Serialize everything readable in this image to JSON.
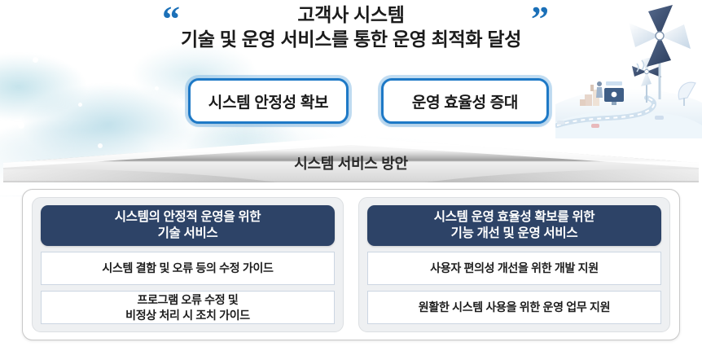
{
  "slide": {
    "quote_open": "“",
    "quote_close": "”",
    "headline_line1": "고객사 시스템",
    "headline_line2": "기술 및 운영 서비스를 통한 운영 최적화 달성"
  },
  "goals": [
    {
      "label": "시스템 안정성 확보"
    },
    {
      "label": "운영 효율성 증대"
    }
  ],
  "banner": {
    "label": "시스템 서비스 방안"
  },
  "panels": [
    {
      "header_line1": "시스템의 안정적 운영을 위한",
      "header_line2": "기술 서비스",
      "items": [
        {
          "line1": "시스템 결함 및 오류 등의 수정 가이드",
          "line2": ""
        },
        {
          "line1": "프로그램 오류 수정 및",
          "line2": "비정상 처리 시 조치 가이드"
        }
      ]
    },
    {
      "header_line1": "시스템 운영 효율성 확보를 위한",
      "header_line2": "기능 개선 및 운영 서비스",
      "items": [
        {
          "line1": "사용자 편의성 개선을 위한 개발 지원",
          "line2": ""
        },
        {
          "line1": "원활한 시스템 사용을 위한 운영 업무 지원",
          "line2": ""
        }
      ]
    }
  ],
  "colors": {
    "accent_blue": "#1E79C6",
    "navy": "#2D4367",
    "quote_blue": "#1B70B8",
    "panel_bg": "#EEF0F2",
    "wash_teal": "#8FC8DC"
  },
  "decor": {
    "illustration": "pinwheel-landscape-illustration",
    "background": "watercolor-cloud-wash"
  }
}
